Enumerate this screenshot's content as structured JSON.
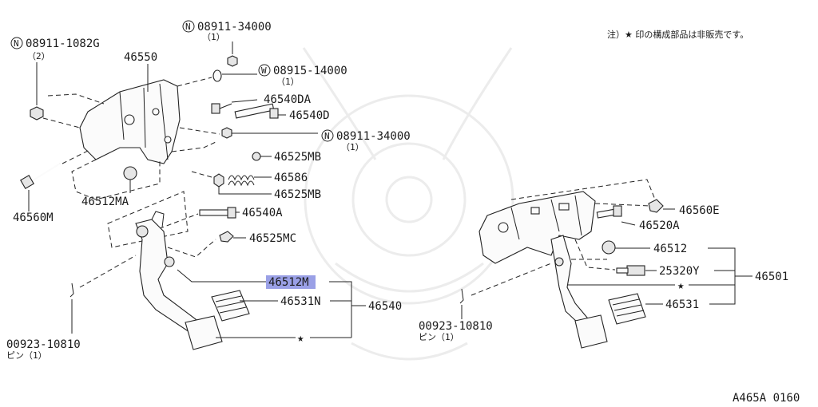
{
  "note": "注）★ 印の構成部品は非販売です。",
  "diagram_code": "A465A 0160",
  "highlight_color": "#9aa0e6",
  "callouts": {
    "n08911_1082g": {
      "code": "08911-1082G",
      "qty": "（2）",
      "prefix": "N"
    },
    "p46550": "46550",
    "n08911_34000_top": {
      "code": "08911-34000",
      "qty": "（1）",
      "prefix": "N"
    },
    "w08915_14000": {
      "code": "08915-14000",
      "qty": "（1）",
      "prefix": "W"
    },
    "p46540da": "46540DA",
    "p46540d": "46540D",
    "n08911_34000_mid": {
      "code": "08911-34000",
      "qty": "（1）",
      "prefix": "N"
    },
    "p46525mb_a": "46525MB",
    "p46586": "46586",
    "p46525mb_b": "46525MB",
    "p46512ma": "46512MA",
    "p46560m": "46560M",
    "p46540a": "46540A",
    "p46525mc": "46525MC",
    "p46512m": "46512M",
    "p46531n": "46531N",
    "p46540": "46540",
    "pin_left": {
      "code": "00923-10810",
      "qty": "ピン（1）"
    },
    "pin_right": {
      "code": "00923-10810",
      "qty": "ピン（1）"
    },
    "p46560e": "46560E",
    "p46520a": "46520A",
    "p46512": "46512",
    "p25320y": "25320Y",
    "p46501": "46501",
    "p46531": "46531",
    "star": "★"
  }
}
